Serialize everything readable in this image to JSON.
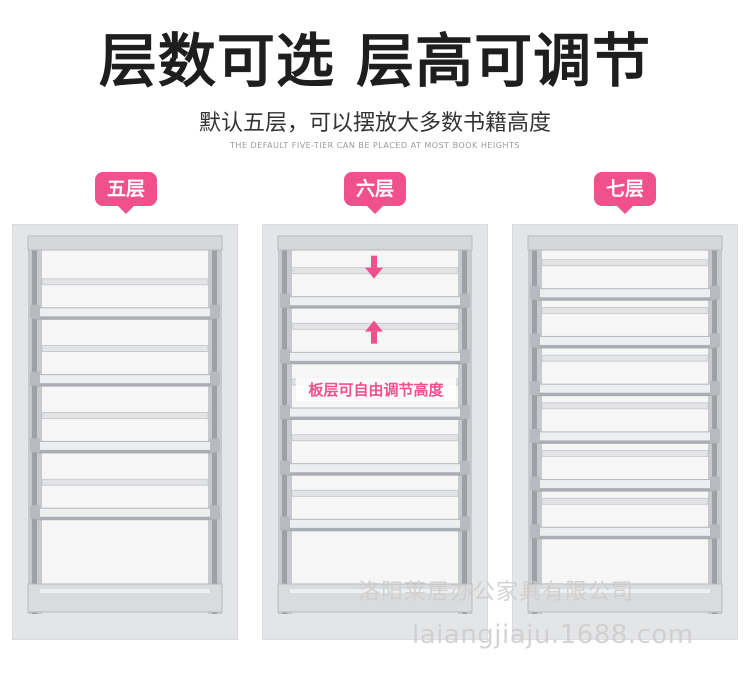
{
  "headline": "层数可选  层高可调节",
  "subheadline": "默认五层，可以摆放大多数书籍高度",
  "subheadline_en": "THE DEFAULT FIVE-TIER CAN BE PLACED AT MOST BOOK HEIGHTS",
  "accent_color": "#f0508c",
  "shelves": [
    {
      "badge": "五层",
      "tiers": 5
    },
    {
      "badge": "六层",
      "tiers": 6,
      "annotation": "板层可自由调节高度",
      "arrow_icons": [
        "arrow-down-icon",
        "arrow-up-icon"
      ]
    },
    {
      "badge": "七层",
      "tiers": 7
    }
  ],
  "watermark": {
    "company": "洛阳莱居办公家具有限公司",
    "url": "laiangjiaju.1688.com"
  }
}
